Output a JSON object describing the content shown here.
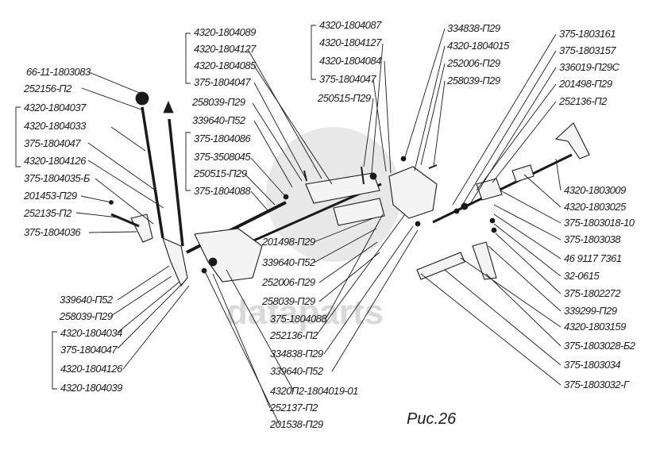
{
  "figure": {
    "caption": "Рис.26",
    "watermark": "dataparts",
    "colors": {
      "ink": "#1a1a1a",
      "watermark": "#d9d9d9",
      "background": "#ffffff"
    }
  },
  "labels": {
    "l01": "66-11-1803083",
    "l02": "252156-П2",
    "l03": "4320-1804037",
    "l04": "4320-1804033",
    "l05": "375-1804047",
    "l06": "4320-1804126",
    "l07": "375-1804035-Б",
    "l08": "201453-П29",
    "l09": "252135-П2",
    "l10": "375-1804036",
    "l11": "339640-П52",
    "l12": "258039-П29",
    "l13": "4320-1804034",
    "l14": "375-1804047",
    "l15": "4320-1804126",
    "l16": "4320-1804039",
    "l17": "4320-1804089",
    "l18": "4320-1804127",
    "l19": "4320-1804085",
    "l20": "375-1804047",
    "l21": "258039-П29",
    "l22": "339640-П52",
    "l23": "375-1804086",
    "l24": "375-3508045",
    "l25": "250515-П29",
    "l26": "375-1804088",
    "l27": "4320-1804087",
    "l28": "4320-1804127",
    "l29": "4320-1804084",
    "l30": "375-1804047",
    "l31": "250515-П29",
    "l32": "334838-П29",
    "l33": "4320-1804015",
    "l34": "252006-П29",
    "l35": "258039-П29",
    "l36": "201498-П29",
    "l37": "339640-П52",
    "l38": "252006-П29",
    "l39": "258039-П29",
    "l40": "375-1804088",
    "l41": "252136-П2",
    "l42": "334838-П29",
    "l43": "339640-П52",
    "l44": "4320П2-1804019-01",
    "l45": "252137-П2",
    "l46": "201538-П29",
    "l47": "375-1803161",
    "l48": "375-1803157",
    "l49": "336019-П29С",
    "l50": "201498-П29",
    "l51": "252136-П2",
    "l52": "4320-1803009",
    "l53": "4320-1803025",
    "l54": "375-1803018-10",
    "l55": "375-1803038",
    "l56": "46 9117 7361",
    "l57": "32-0615",
    "l58": "375-1802272",
    "l59": "339299-П29",
    "l60": "4320-1803159",
    "l61": "375-1803028-Б2",
    "l62": "375-1803034",
    "l63": "375-1803032-Г"
  }
}
